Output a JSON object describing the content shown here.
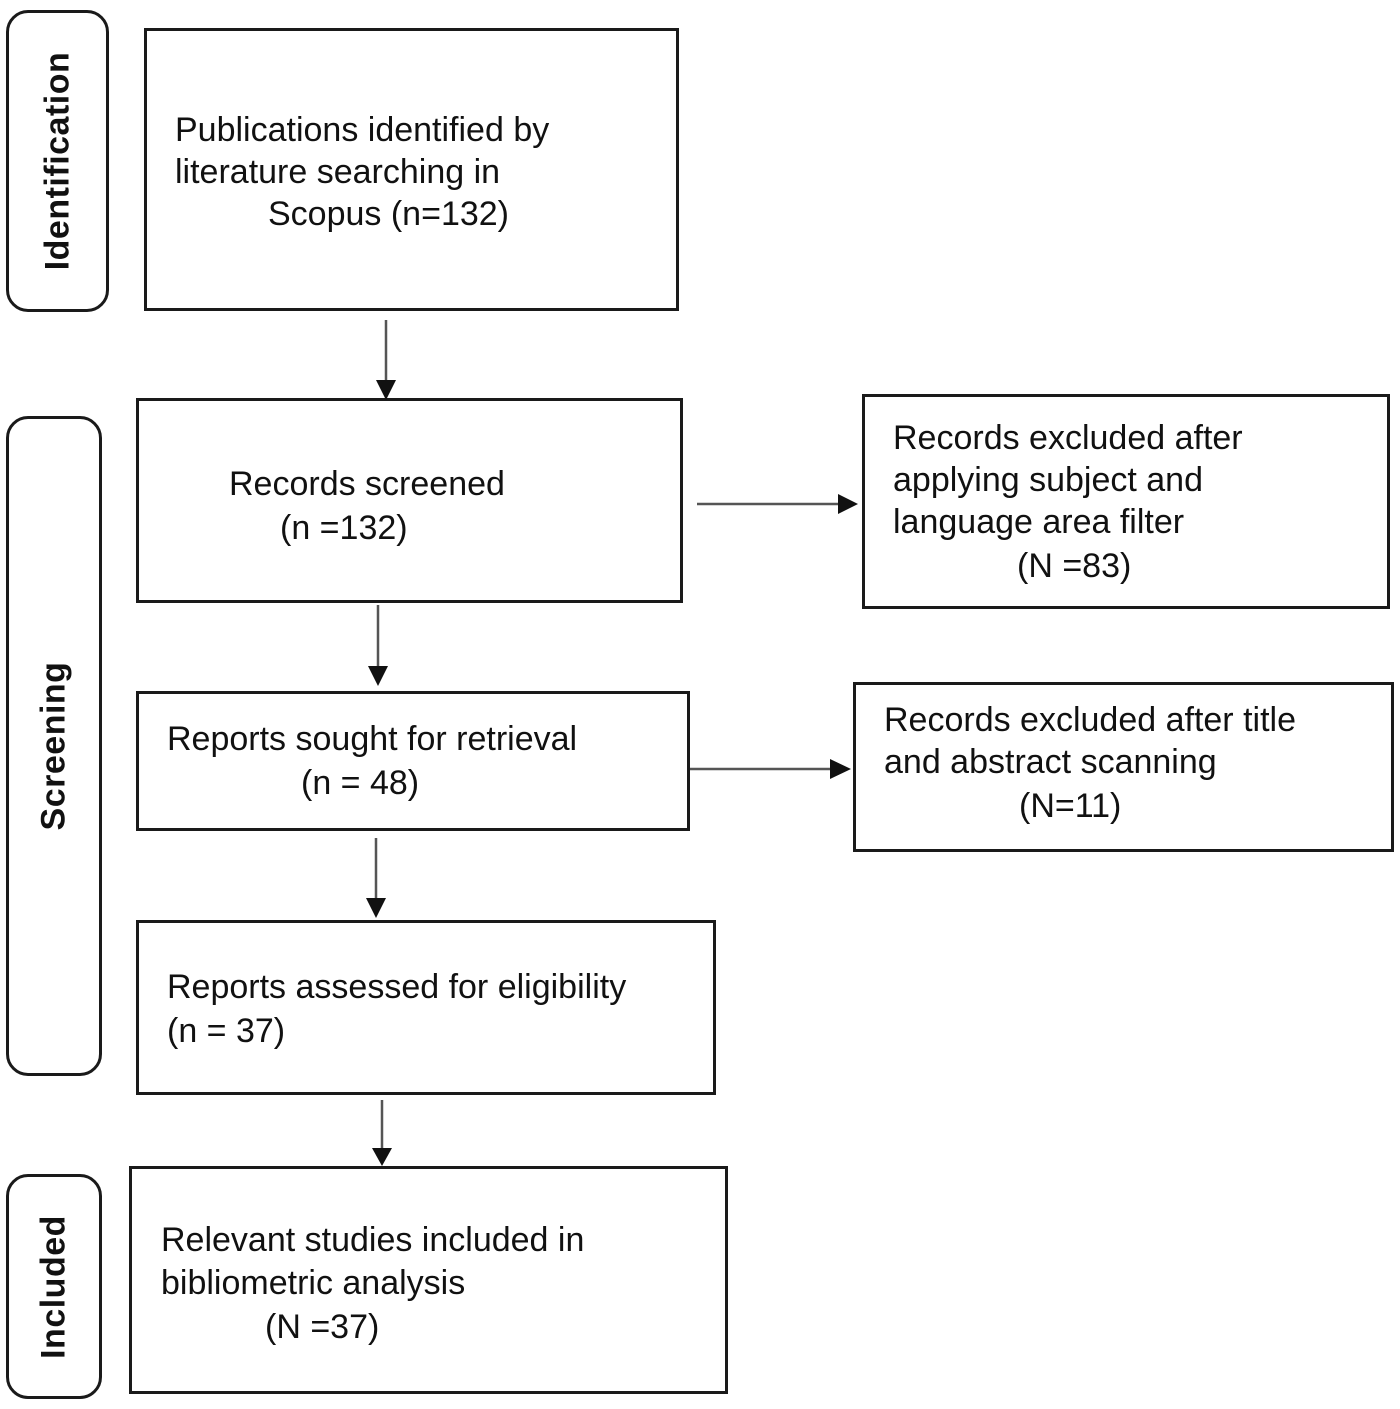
{
  "stages": {
    "identification": "Identification",
    "screening": "Screening",
    "included": "Included"
  },
  "boxes": {
    "identified": [
      "Publications identified by",
      "literature searching in",
      "Scopus (n=132)"
    ],
    "screened": [
      "Records screened",
      "(n =132)"
    ],
    "excluded_filter": [
      "Records excluded after",
      "applying subject and",
      "language area filter",
      "(N =83)"
    ],
    "sought": [
      "Reports sought for retrieval",
      "(n = 48)"
    ],
    "excluded_title": [
      "Records excluded after title",
      "and abstract scanning",
      "(N=11)"
    ],
    "assessed": [
      "Reports assessed for eligibility",
      "(n = 37)"
    ],
    "included": [
      "Relevant studies included in",
      "bibliometric analysis",
      "(N =37)"
    ]
  },
  "colors": {
    "stroke": "#1a1a1a",
    "arrow": "#555555"
  }
}
